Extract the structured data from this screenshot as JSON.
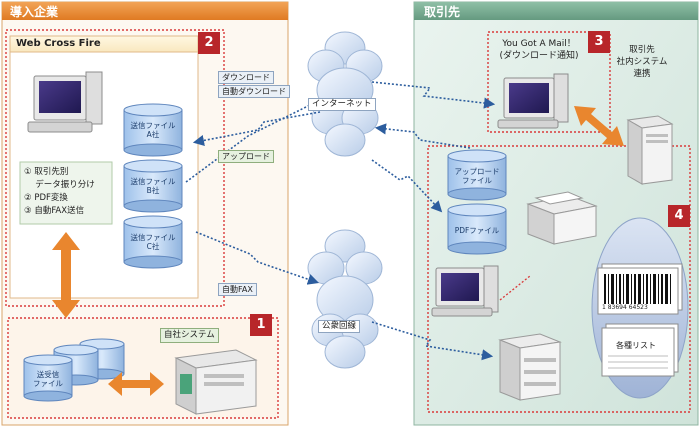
{
  "colors": {
    "left_header": "#e9862e",
    "right_header": "#76a98f",
    "badge": "#b8262a",
    "dotted_box": "#d93a3a",
    "arrow_orange": "#e9862e",
    "dotted_arrow": "#2c5d9e"
  },
  "left_panel": {
    "title": "導入企業",
    "webcross": {
      "title": "Web Cross Fire",
      "badge": "2",
      "files": [
        {
          "line1": "送信ファイル",
          "line2": "A社"
        },
        {
          "line1": "送信ファイル",
          "line2": "B社"
        },
        {
          "line1": "送信ファイル",
          "line2": "C社"
        }
      ],
      "steps": [
        "① 取引先別",
        "　 データ振り分け",
        "② PDF変換",
        "③ 自動FAX送信"
      ]
    },
    "system": {
      "label": "自社システム",
      "badge": "1",
      "file_line1": "送受信",
      "file_line2": "ファイル"
    }
  },
  "right_panel": {
    "title": "取引先",
    "mail_line1": "You Got A Mail！",
    "mail_line2": "(ダウンロード通知)",
    "badge_mail": "3",
    "badge_partner": "4",
    "partner_system_lines": [
      "取引先",
      "社内システム",
      "連携"
    ],
    "upload_file_line1": "アップロード",
    "upload_file_line2": "ファイル",
    "pdf_file": "PDFファイル",
    "barcode_number": "1 83694 64523",
    "list_label": "各種リスト"
  },
  "connections": {
    "download": "ダウンロード",
    "auto_download": "自動ダウンロード",
    "internet": "インターネット",
    "upload": "アップロード",
    "auto_fax": "自動FAX",
    "public_line": "公衆回線"
  }
}
